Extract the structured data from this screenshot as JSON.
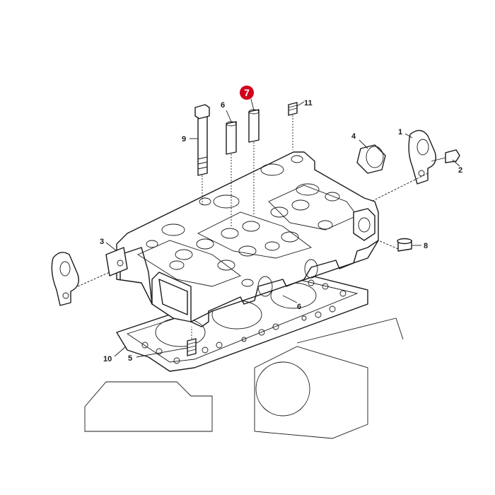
{
  "diagram": {
    "highlight_color": "#d0021b",
    "line_color": "#1a1a1a",
    "highlighted_callout": "7",
    "callouts": {
      "c1": "1",
      "c2": "2",
      "c3": "3",
      "c4": "4",
      "c5": "5",
      "c6a": "6",
      "c6b": "6",
      "c7": "7",
      "c8": "8",
      "c9": "9",
      "c10": "10",
      "c11": "11"
    }
  }
}
